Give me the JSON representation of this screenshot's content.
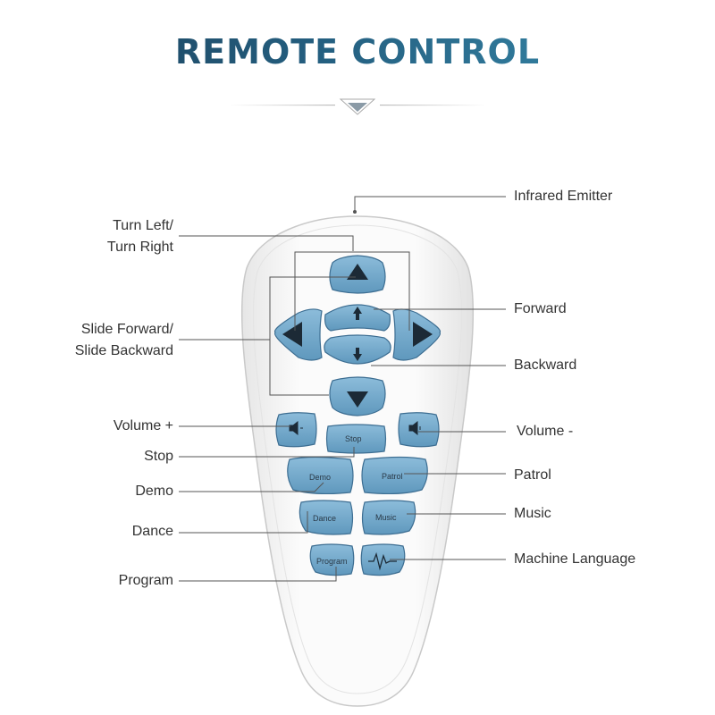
{
  "title": "REMOTE CONTROL",
  "colors": {
    "button": "#6fa6c9",
    "button_dark": "#4b7fa3",
    "remote_body": "#f6f6f6",
    "line": "#555555",
    "title_start": "#1c3e57",
    "title_end": "#3a8fb0"
  },
  "labels": {
    "infrared_emitter": "Infrared Emitter",
    "turn": [
      "Turn Left/",
      "Turn Right"
    ],
    "slide": [
      "Slide Forward/",
      "Slide Backward"
    ],
    "forward": "Forward",
    "backward": "Backward",
    "volume_up": "Volume +",
    "volume_down": "Volume -",
    "stop": "Stop",
    "demo": "Demo",
    "patrol": "Patrol",
    "dance": "Dance",
    "music": "Music",
    "program": "Program",
    "machine_language": "Machine Language"
  },
  "buttons": {
    "stop": "Stop",
    "demo": "Demo",
    "patrol": "Patrol",
    "dance": "Dance",
    "music": "Music",
    "program": "Program"
  },
  "icons": {
    "up": "arrow-up-icon",
    "down": "arrow-down-icon",
    "left": "arrow-left-icon",
    "right": "arrow-right-icon",
    "volume_up": "volume-up-icon",
    "volume_down": "volume-down-icon",
    "waveform": "waveform-icon"
  }
}
